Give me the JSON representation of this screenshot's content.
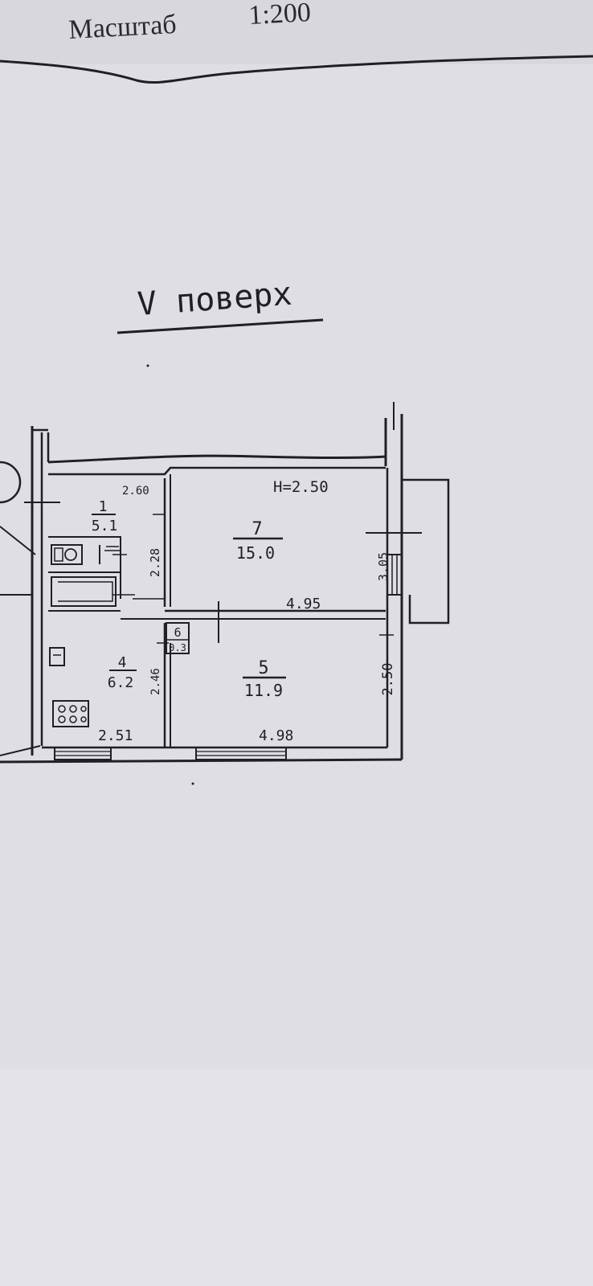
{
  "header": {
    "scale_label": "Масштаб",
    "scale_value": "1:200"
  },
  "floor_label": "V поверх",
  "ceiling_height": "H=2.50",
  "rooms": [
    {
      "id": "1",
      "area": "5.1"
    },
    {
      "id": "7",
      "area": "15.0"
    },
    {
      "id": "4",
      "area": "6.2"
    },
    {
      "id": "5",
      "area": "11.9"
    },
    {
      "id": "6",
      "area": "0.3"
    }
  ],
  "dimensions": {
    "corridor_width": "2.60",
    "corridor_height": "2.28",
    "room7_depth": "3.05",
    "room7_width": "4.95",
    "kitchen_width": "2.51",
    "kitchen_height": "2.46",
    "room5_width": "4.98",
    "room5_depth": "2.50"
  },
  "colors": {
    "paper": "#dedee3",
    "ink": "#1f1f24"
  }
}
